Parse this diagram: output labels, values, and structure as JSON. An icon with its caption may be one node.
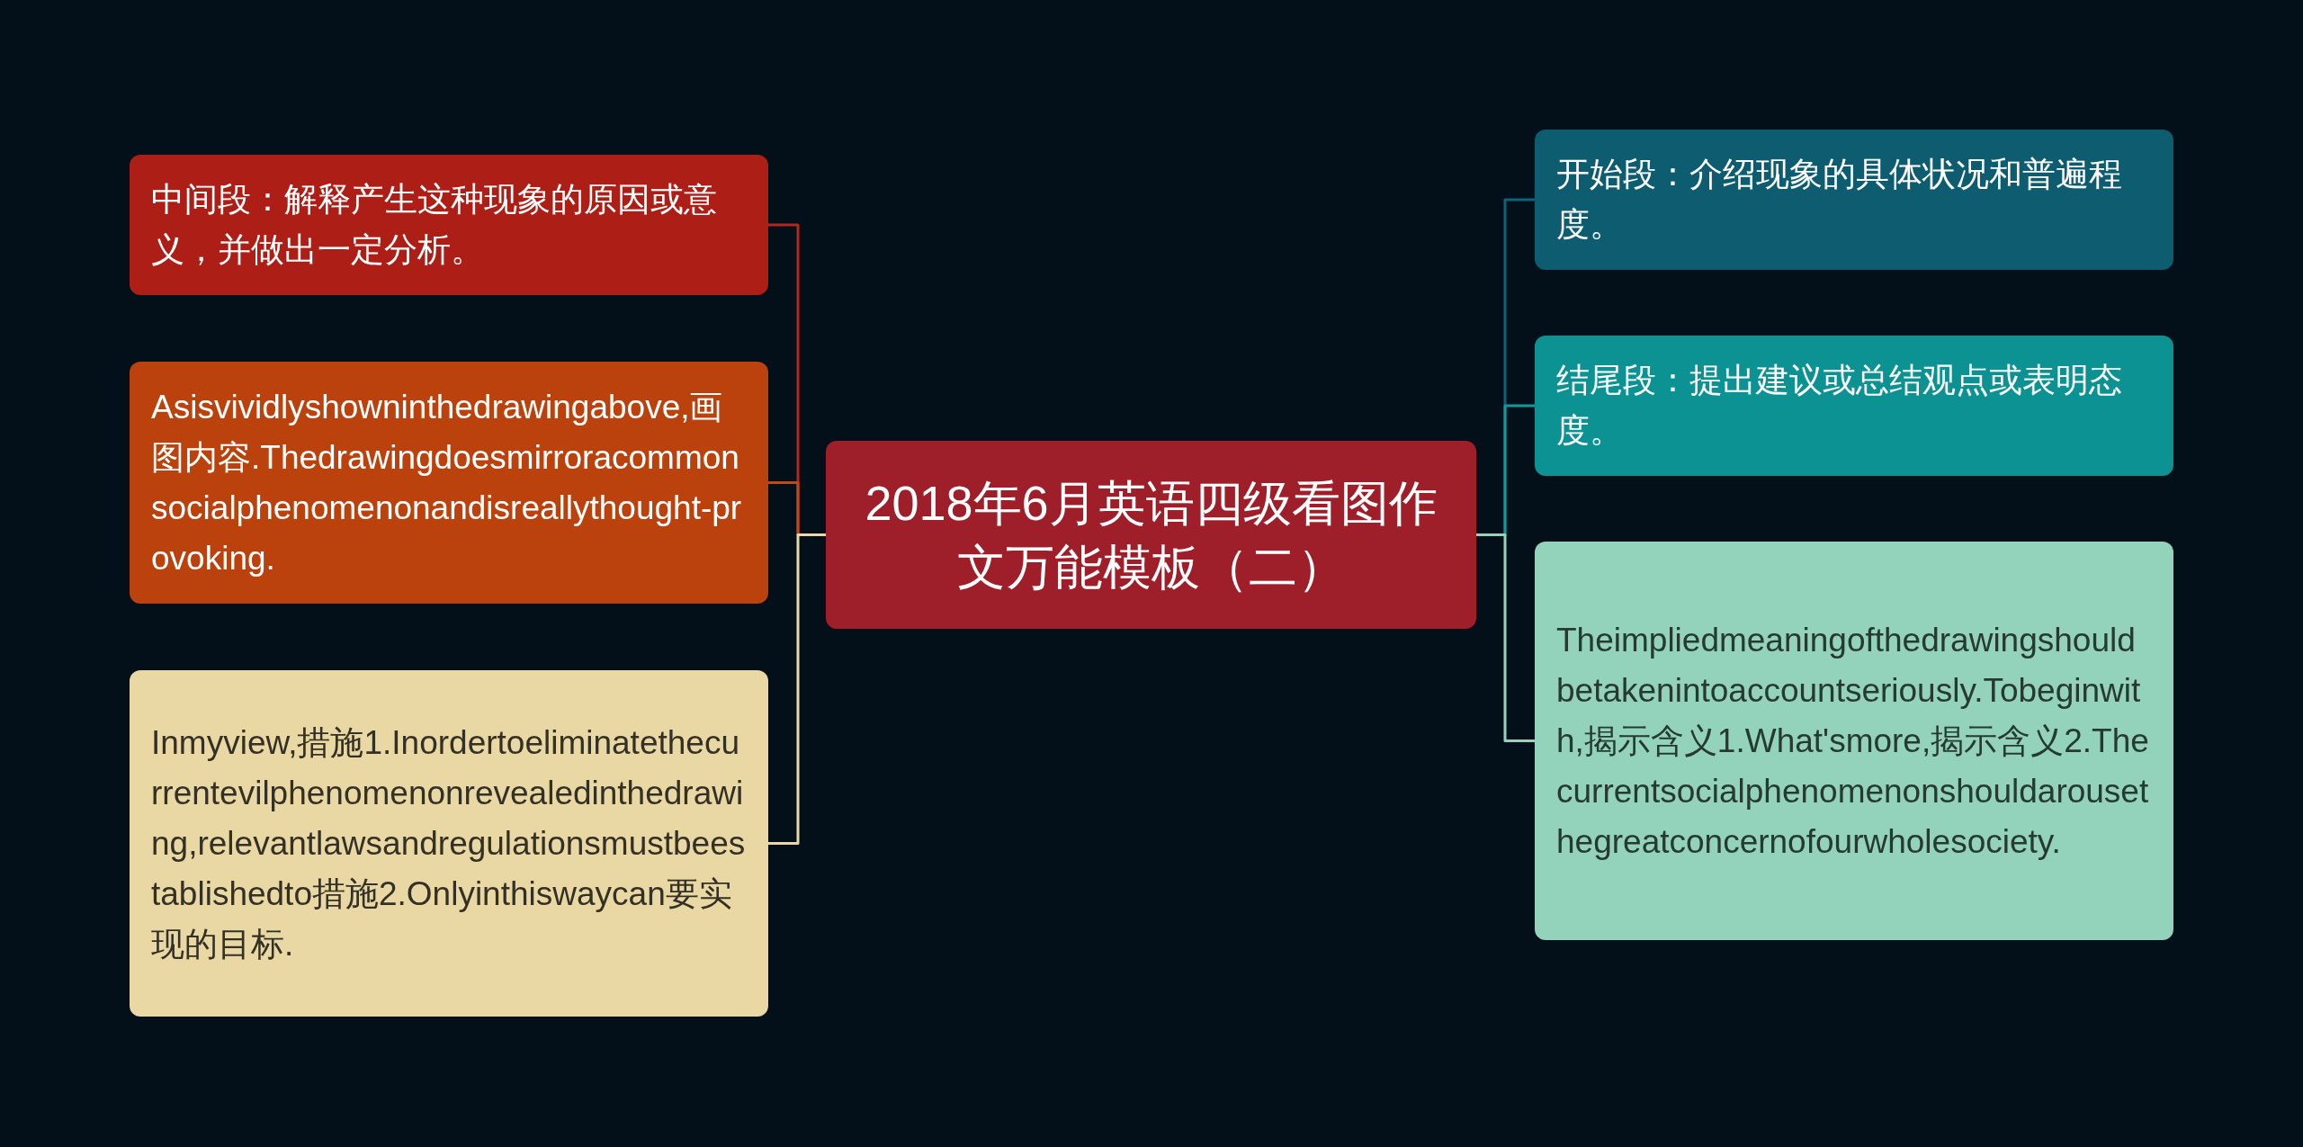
{
  "diagram": {
    "nodes": [
      {
        "text": [
          "2018年6月英语四级看图作文万能模板（二）"
        ]
      },
      {
        "text": [
          "中间段：解释产生这种现象的原因或意义，并做出一定分析。"
        ]
      },
      {
        "text": [
          "Asisvividlyshowninthedrawingabove,画图内容.Thedrawingdoesmirroracommonsocialphenomenonandisreallythought-provoking."
        ]
      },
      {
        "text": [
          "Inmyview,措施1.Inordertoeliminatethecurrentevilphenomenonrevealedinthedrawing,relevantlawsandregulationsmustbeestablishedto措施2.Onlyinthiswaycan要实现的目标."
        ]
      },
      {
        "text": [
          "开始段：介绍现象的具体状况和普遍程度。"
        ]
      },
      {
        "text": [
          "结尾段：提出建议或总结观点或表明态度。"
        ]
      },
      {
        "text": [
          "Theimpliedmeaningofthedrawingshouldbetakenintoaccountseriously.Tobeginwith,揭示含义1.What'smore,揭示含义2.Thecurrentsocialphenomenonshouldarousethegreatconcernofourwholesociety."
        ]
      }
    ],
    "edges": [
      {
        "from": 0,
        "to": 1,
        "arrow": "none",
        "color": "#b3261c"
      },
      {
        "from": 0,
        "to": 2,
        "arrow": "none",
        "color": "#c04a12"
      },
      {
        "from": 0,
        "to": 3,
        "arrow": "none",
        "color": "#ead9a4"
      },
      {
        "from": 0,
        "to": 4,
        "arrow": "none",
        "color": "#0f6378"
      },
      {
        "from": 0,
        "to": 5,
        "arrow": "none",
        "color": "#119a9c"
      },
      {
        "from": 0,
        "to": 6,
        "arrow": "none",
        "color": "#95d3bd"
      }
    ]
  }
}
